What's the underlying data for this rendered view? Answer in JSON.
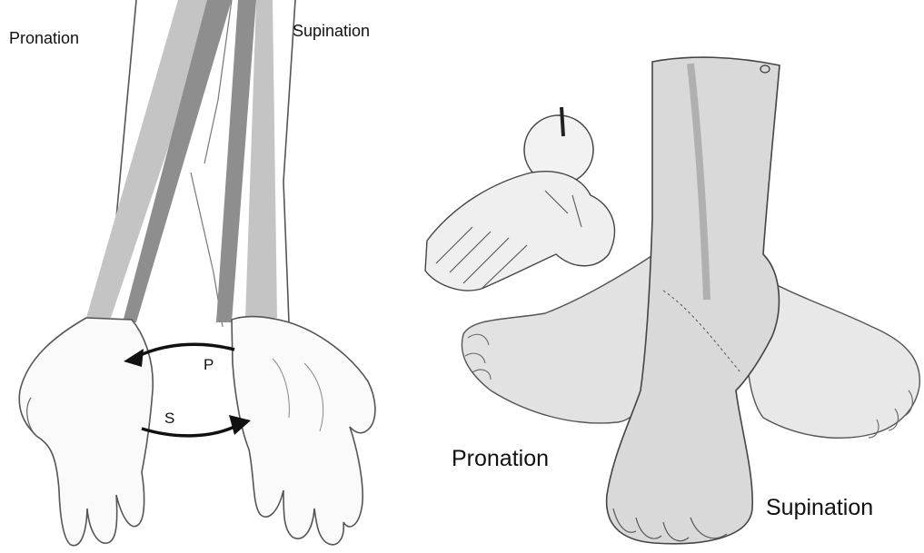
{
  "forearm_figure": {
    "label_left": "Pronation",
    "label_right": "Supination",
    "arrow_top_label": "P",
    "arrow_bottom_label": "S"
  },
  "foot_figure": {
    "label_left": "Pronation",
    "label_right": "Supination"
  },
  "colors": {
    "bone_dark": "#8e8e8e",
    "bone_light": "#c4c4c4",
    "skin_outline": "#555555",
    "arrow": "#111111",
    "foot_shade": "#dcdcdc"
  }
}
